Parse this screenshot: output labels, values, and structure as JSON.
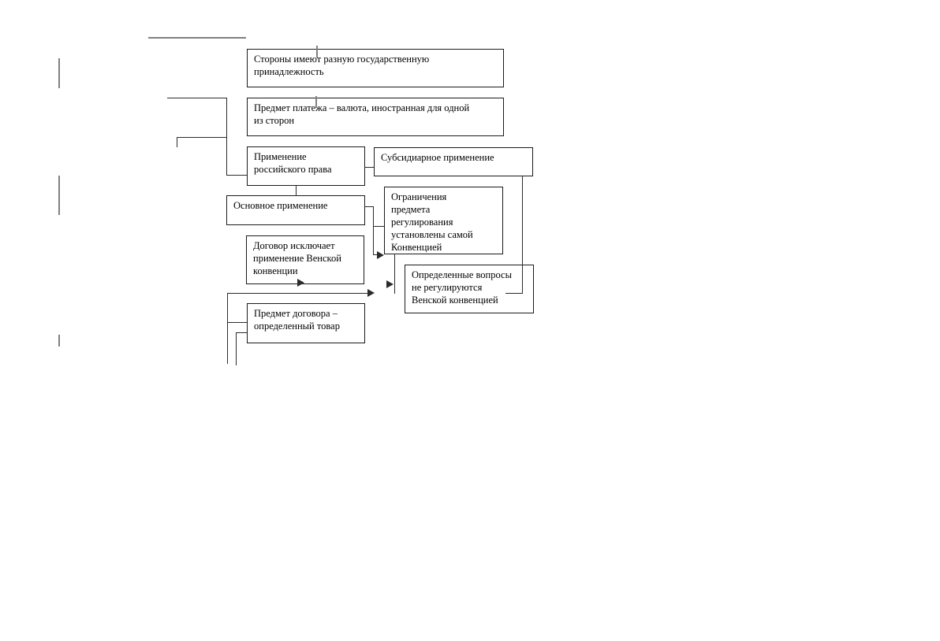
{
  "colors": {
    "background": "#ffffff",
    "line": "#2b2b2b",
    "gray": "#808080",
    "node_border": "#1a1a1a",
    "text": "#000000"
  },
  "diagram": {
    "type": "flowchart",
    "language": "ru",
    "nodes": [
      {
        "id": "parties-nationality",
        "lines": [
          "Стороны имеют разную государственную",
          "принадлежность"
        ]
      },
      {
        "id": "payment-subject",
        "lines": [
          "Предмет платежа – валюта, иностранная для одной",
          "из сторон"
        ]
      },
      {
        "id": "russian-law-application",
        "lines": [
          "Применение",
          "российского права"
        ]
      },
      {
        "id": "subsidiary-application",
        "lines": [
          "Субсидиарное применение"
        ]
      },
      {
        "id": "main-application",
        "lines": [
          "Основное применение"
        ]
      },
      {
        "id": "convention-scope-limits",
        "lines": [
          "Ограничения",
          "предмета",
          "регулирования",
          "установлены самой",
          "Конвенцией"
        ]
      },
      {
        "id": "contract-excludes-vienna",
        "lines": [
          "Договор исключает",
          "применение Венской",
          "конвенции"
        ]
      },
      {
        "id": "issues-not-regulated",
        "lines": [
          "Определенные вопросы",
          "не регулируются",
          "Венской конвенцией"
        ]
      },
      {
        "id": "contract-subject-goods",
        "lines": [
          "Предмет договора –",
          "определенный товар"
        ]
      }
    ]
  }
}
